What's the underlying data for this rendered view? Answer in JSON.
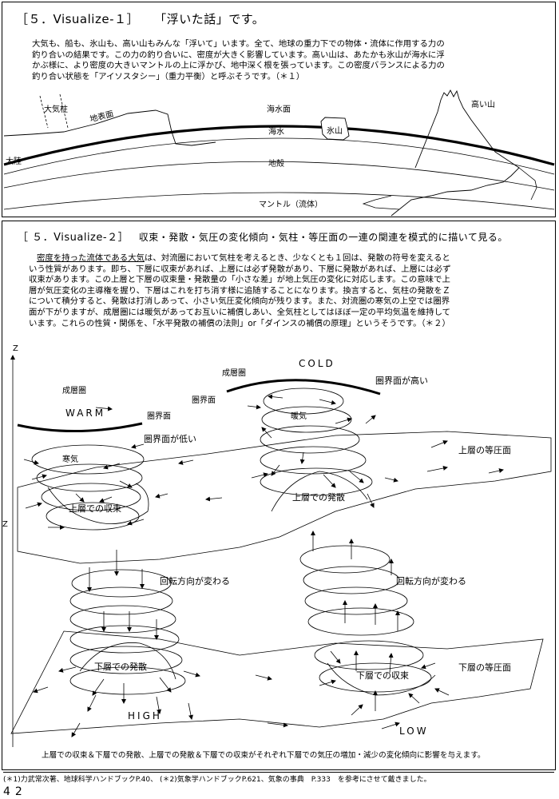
{
  "section1": {
    "title_bracket_open": "［",
    "title_code": "５．Visualize-１",
    "title_bracket_close": "］",
    "title_text": "「浮いた話」です。",
    "paragraph": [
      "大気も、船も、氷山も、高い山もみんな「浮いて」います。全て、地球の重力下での物体・流体に作用する力の",
      "釣り合いの結果です。この力の釣り合いに、密度が大きく影響しています。高い山は、あたかも氷山が海水に浮",
      "かぶ様に、より密度の大きいマントルの上に浮かび、地中深く根を張っています。この密度バランスによる力の",
      "釣り合い状態を「アイソスタシー」（重力平衡）と呼ぶそうです。（＊１）"
    ],
    "labels": {
      "atmosphere_column": "大気柱",
      "ground_surface": "地表面",
      "sea_surface": "海水面",
      "high_mountain": "高い山",
      "seawater": "海水",
      "iceberg": "氷山",
      "continent": "大陸",
      "crust": "地殻",
      "mantle": "マントル（流体）"
    }
  },
  "section2": {
    "title_code": "［ ５．Visualize-２］",
    "title_text": "収束・発散・気圧の変化傾向・気柱・等圧面の一連の関連を模式的に描いて見る。",
    "para_first_underlined": "密度を持った流体である大気",
    "para_first_rest": "は、対流圏において気柱を考えるとき、少なくとも１回は、発散の符号を変えると",
    "paragraph": [
      "いう性質があります。即ち、下層に収束があれば、上層には必ず発散があり、下層に発散があれば、上層には必ず",
      "収束があります。この上層と下層の収束量・発散量の「小さな差」が地上気圧の変化に対応します。この意味で上",
      "層が気圧変化の主導権を握り、下層はこれを打ち消す様に追随することになります。換言すると、気柱の発散をＺ",
      "について積分すると、発散は打消しあって、小さい気圧変化傾向が残ります。また、対流圏の寒気の上空では圏界",
      "面が下がりますが、成層圏には暖気があってお互いに補償しあい、全気柱としてはほぼ一定の平均気温を維持して",
      "います。これらの性質・関係を、「水平発散の補償の法則」or「ダインスの補償の原理」というそうです。（＊２）"
    ],
    "labels": {
      "axis_z_top": "Z",
      "axis_z_mid": "Z",
      "stratosphere_left": "成層圏",
      "stratosphere_right": "成層圏",
      "tropopause_left": "圏界面",
      "tropopause_right": "圏界面",
      "warm": "WARM",
      "cold": "COLD",
      "tropopause_high": "圏界面が高い",
      "tropopause_low": "圏界面が低い",
      "cold_air": "寒気",
      "warm_air": "暖気",
      "upper_isobaric": "上層の等圧面",
      "upper_convergence": "上層での収束",
      "upper_divergence": "上層での発散",
      "rotation_left": "回転方向が変わる",
      "rotation_right": "回転方向が変わる",
      "lower_divergence": "下層での発散",
      "lower_convergence": "下層での収束",
      "lower_isobaric": "下層の等圧面",
      "high": "HIGH",
      "low": "LOW"
    },
    "caption": "上層での収束＆下層での発散、上層での発散＆下層での収束がそれぞれ下層での気圧の増加・減少の変化傾向に影響を与えます。"
  },
  "footnote": "(＊1)力武常次著、地球科学ハンドブックP.40、 (＊2)気象学ハンドブックP.621、気象の事典　P.333　を参考にさせて戴きました。",
  "page_number": "42"
}
